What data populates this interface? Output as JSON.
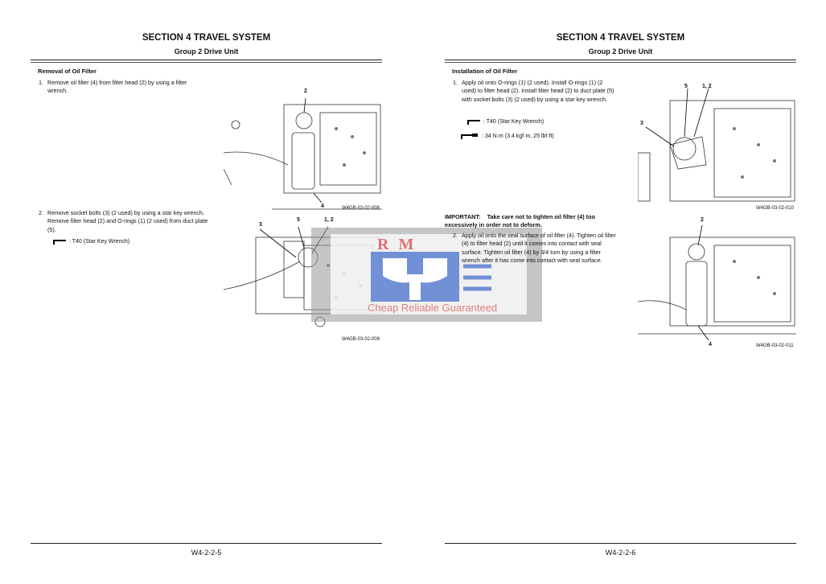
{
  "left": {
    "section": "SECTION 4 TRAVEL SYSTEM",
    "group": "Group 2 Drive Unit",
    "heading": "Removal of Oil Filter",
    "steps": [
      {
        "n": "1.",
        "text": "Remove oil filter (4) from filter head (2) by using a filter wrench."
      },
      {
        "n": "2.",
        "text": "Remove socket bolts (3) (2 used) by using a star key wrench. Remove filter head (2) and O-rings (1) (2 used) from duct plate (5)."
      }
    ],
    "tool": ": T40 (Star Key Wrench)",
    "figures": [
      {
        "caption": "W4GB-03-02-008",
        "labels": [
          "2",
          "4"
        ]
      },
      {
        "caption": "W4GB-03-02-009",
        "labels": [
          "3",
          "5",
          "1, 2"
        ]
      }
    ],
    "page_number": "W4-2-2-5"
  },
  "right": {
    "section": "SECTION 4 TRAVEL SYSTEM",
    "group": "Group 2 Drive Unit",
    "heading": "Installation of Oil Filter",
    "steps": [
      {
        "n": "1.",
        "text": "Apply oil onto O-rings (1) (2 used). Install O-rings (1) (2 used) to filter head (2). Install filter head (2) to duct plate (5) with socket bolts (3) (2 used) by using a star key wrench."
      },
      {
        "n": "2.",
        "text": "Apply oil onto the seal surface of oil filter (4). Tighten oil filter (4) to filter head (2) until it comes into contact with seal surface. Tighten oil filter (4) by 3/4 turn by using a filter wrench after it has come into contact with seal surface."
      }
    ],
    "tool": ": T40 (Star Key Wrench)",
    "torque": ": 34 N·m (3.4 kgf·m, 25 lbf·ft)",
    "important_label": "IMPORTANT:",
    "important_text": "Take care not to tighten oil filter (4) too excessively in order not to deform.",
    "figures": [
      {
        "caption": "W4GB-03-02-010",
        "labels": [
          "5",
          "1, 2",
          "3"
        ]
      },
      {
        "caption": "W4GB-03-02-011",
        "labels": [
          "2",
          "4"
        ]
      }
    ],
    "page_number": "W4-2-2-6"
  },
  "watermark": {
    "logo": "RM",
    "tagline": "Cheap Reliable Guaranteed"
  }
}
